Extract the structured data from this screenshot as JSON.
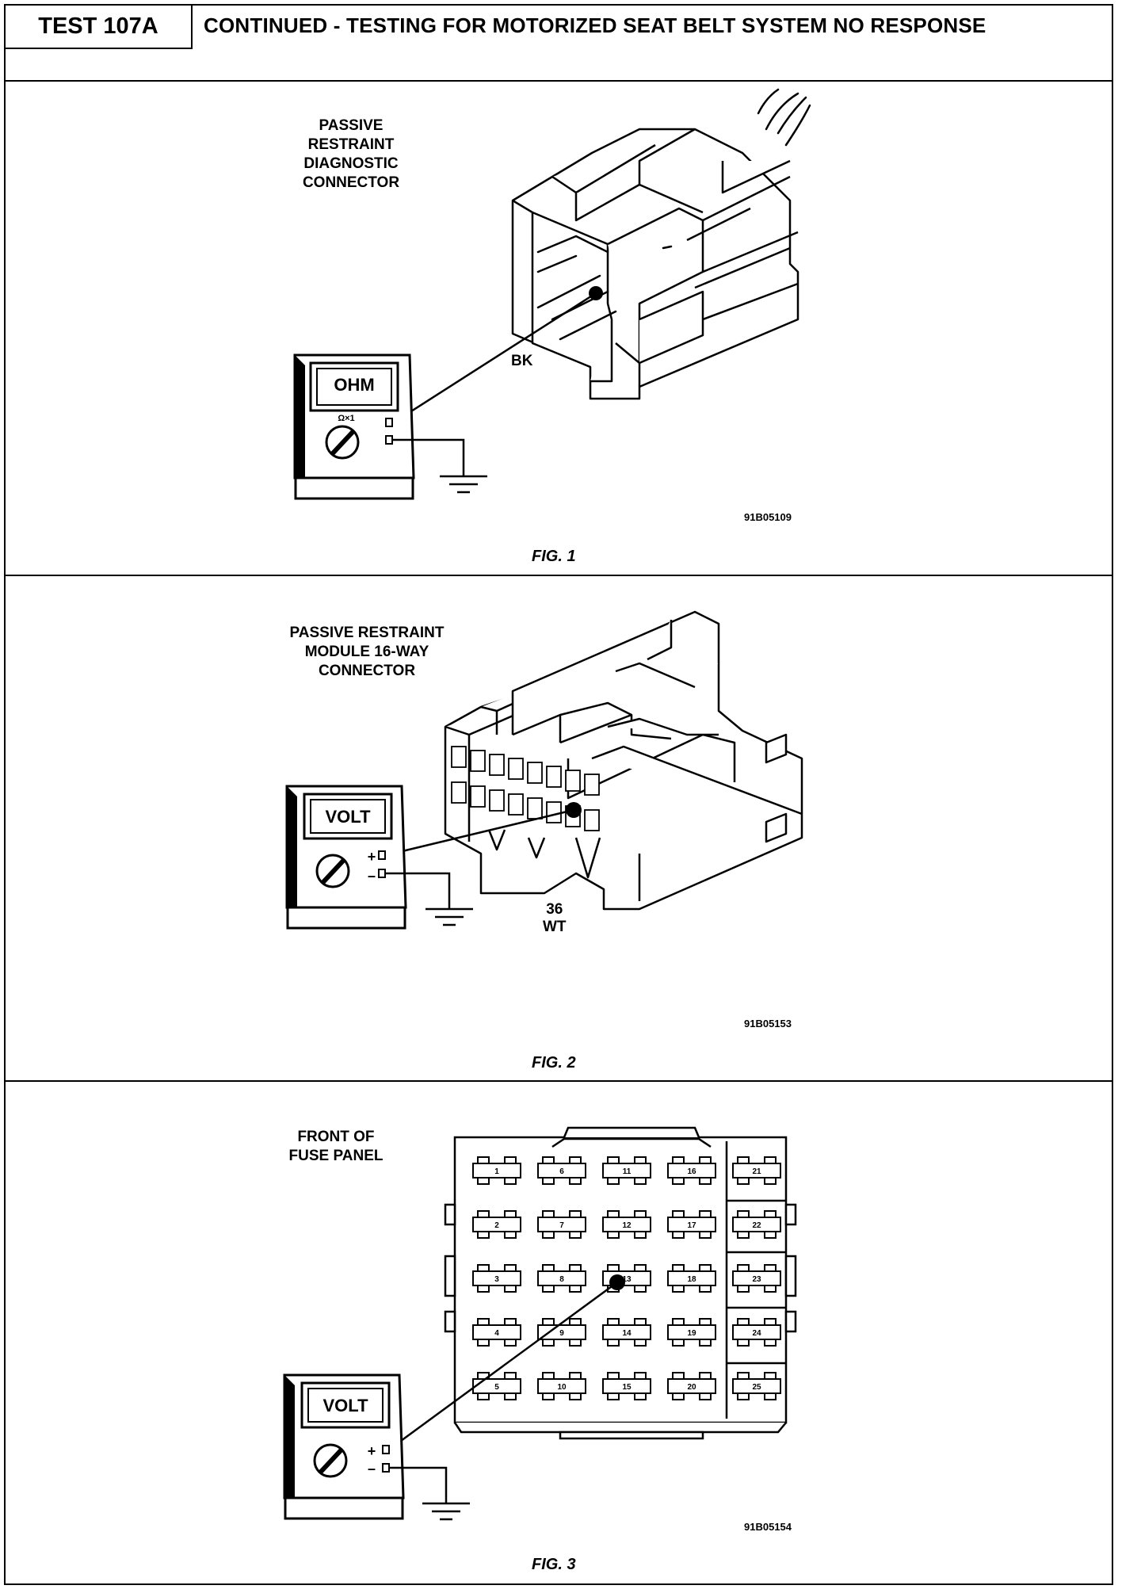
{
  "header": {
    "test_id": "TEST 107A",
    "title": "CONTINUED - TESTING FOR MOTORIZED SEAT BELT SYSTEM NO RESPONSE"
  },
  "figures": [
    {
      "component_label": "PASSIVE\nRESTRAINT\nDIAGNOSTIC\nCONNECTOR",
      "meter_display": "OHM",
      "meter_range": "Ω×1",
      "wire_label": "BK",
      "drawing_code": "91B05109",
      "caption": "FIG. 1"
    },
    {
      "component_label": "PASSIVE RESTRAINT\nMODULE 16-WAY\nCONNECTOR",
      "meter_display": "VOLT",
      "terminal_plus": "+",
      "terminal_minus": "–",
      "wire_label": "36\nWT",
      "drawing_code": "91B05153",
      "caption": "FIG. 2"
    },
    {
      "component_label": "FRONT OF\nFUSE PANEL",
      "meter_display": "VOLT",
      "terminal_plus": "+",
      "terminal_minus": "–",
      "fuse_numbers": [
        "1",
        "6",
        "11",
        "16",
        "21",
        "2",
        "7",
        "12",
        "17",
        "22",
        "3",
        "8",
        "13",
        "18",
        "23",
        "4",
        "9",
        "14",
        "19",
        "24",
        "5",
        "10",
        "15",
        "20",
        "25"
      ],
      "drawing_code": "91B05154",
      "caption": "FIG. 3"
    }
  ],
  "colors": {
    "ink": "#000000",
    "paper": "#ffffff"
  }
}
